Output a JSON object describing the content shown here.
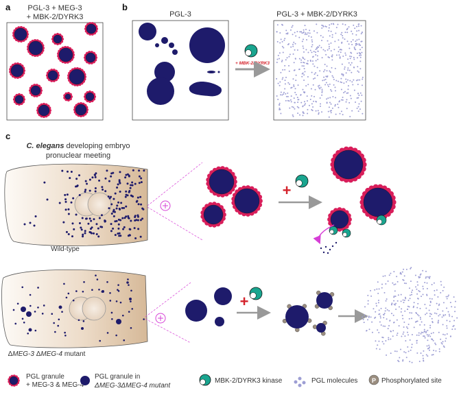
{
  "panel_a": {
    "label": "a",
    "title_line1": "PGL-3 + MEG-3",
    "title_line2": "+ MBK-2/DYRK3"
  },
  "panel_b": {
    "label": "b",
    "title_left": "PGL-3",
    "title_right": "PGL-3 + MBK-2/DYRK3",
    "arrow_label": "+ MBK-2/DYRK3"
  },
  "panel_c": {
    "label": "c",
    "title_italic": "C. elegans",
    "title_rest": " developing embryo",
    "title_line2": "pronuclear meeting",
    "wildtype_label": "Wild-type",
    "mutant_prefix": "Δ",
    "mutant_gene1": "MEG-3",
    "mutant_mid": " Δ",
    "mutant_gene2": "MEG-4",
    "mutant_suffix": " mutant",
    "plus_symbol": "+"
  },
  "legend": {
    "granule_wt_line1": "PGL granule",
    "granule_wt_line2": "+ MEG-3 & MEG-4",
    "granule_mut_line1": "PGL granule in",
    "granule_mut_line2": "ΔMEG-3ΔMEG-4 mutant",
    "kinase": "MBK-2/DYRK3 kinase",
    "molecules": "PGL molecules",
    "phospho": "Phosphorylated site",
    "phospho_symbol": "P"
  },
  "colors": {
    "granule": "#1e1b6b",
    "meg": "#d81e5b",
    "kinase": "#1aa58f",
    "molecule": "#9d9ed4",
    "phospho": "#9a8d7f",
    "plus_red": "#d4222b",
    "arrow": "#999999",
    "embryo_mid": "#ead7c4",
    "embryo_edge": "#d2b796",
    "magenta": "#d63fd6"
  }
}
